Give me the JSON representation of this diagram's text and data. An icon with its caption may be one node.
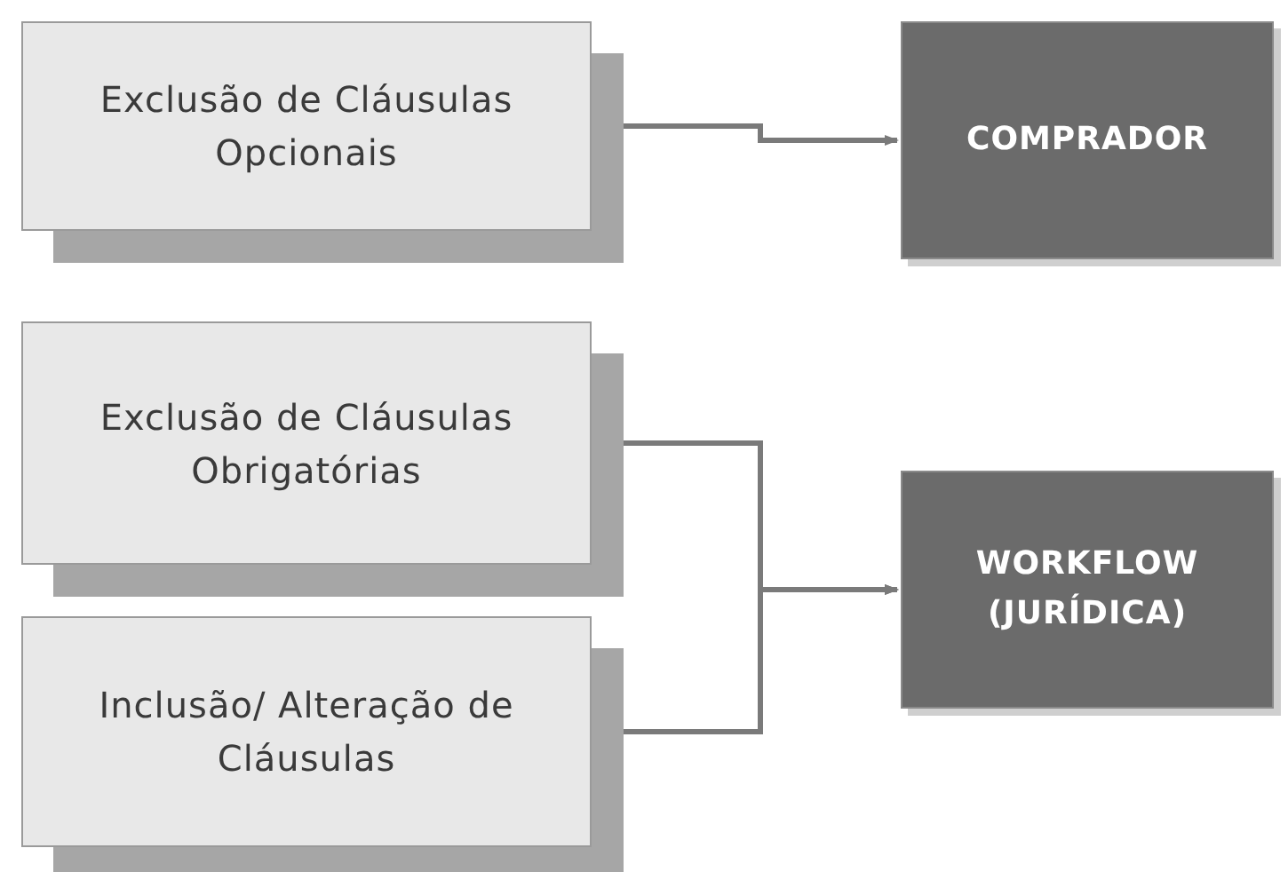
{
  "diagram": {
    "nodes": [
      {
        "text": [
          "Exclusão de Cláusulas Opcionais"
        ]
      },
      {
        "text": [
          "Exclusão de Cláusulas Obrigatórias"
        ]
      },
      {
        "text": [
          "Inclusão/ Alteração de Cláusulas"
        ]
      },
      {
        "text": [
          "COMPRADOR"
        ]
      },
      {
        "text": [
          "WORKFLOW (JURÍDICA)"
        ]
      }
    ],
    "edges": [
      {
        "from": 0,
        "to": 3,
        "arrow": "to"
      },
      {
        "from": 1,
        "to": 4,
        "arrow": "to"
      },
      {
        "from": 2,
        "to": 4,
        "arrow": "to"
      }
    ]
  }
}
